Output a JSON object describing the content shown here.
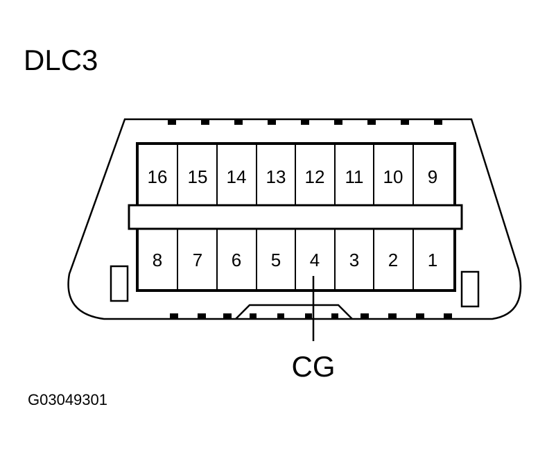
{
  "title": "DLC3",
  "figure_code": "G03049301",
  "callout": {
    "label": "CG",
    "pin": "4"
  },
  "top_row_pins": [
    "16",
    "15",
    "14",
    "13",
    "12",
    "11",
    "10",
    "9"
  ],
  "bottom_row_pins": [
    "8",
    "7",
    "6",
    "5",
    "4",
    "3",
    "2",
    "1"
  ]
}
